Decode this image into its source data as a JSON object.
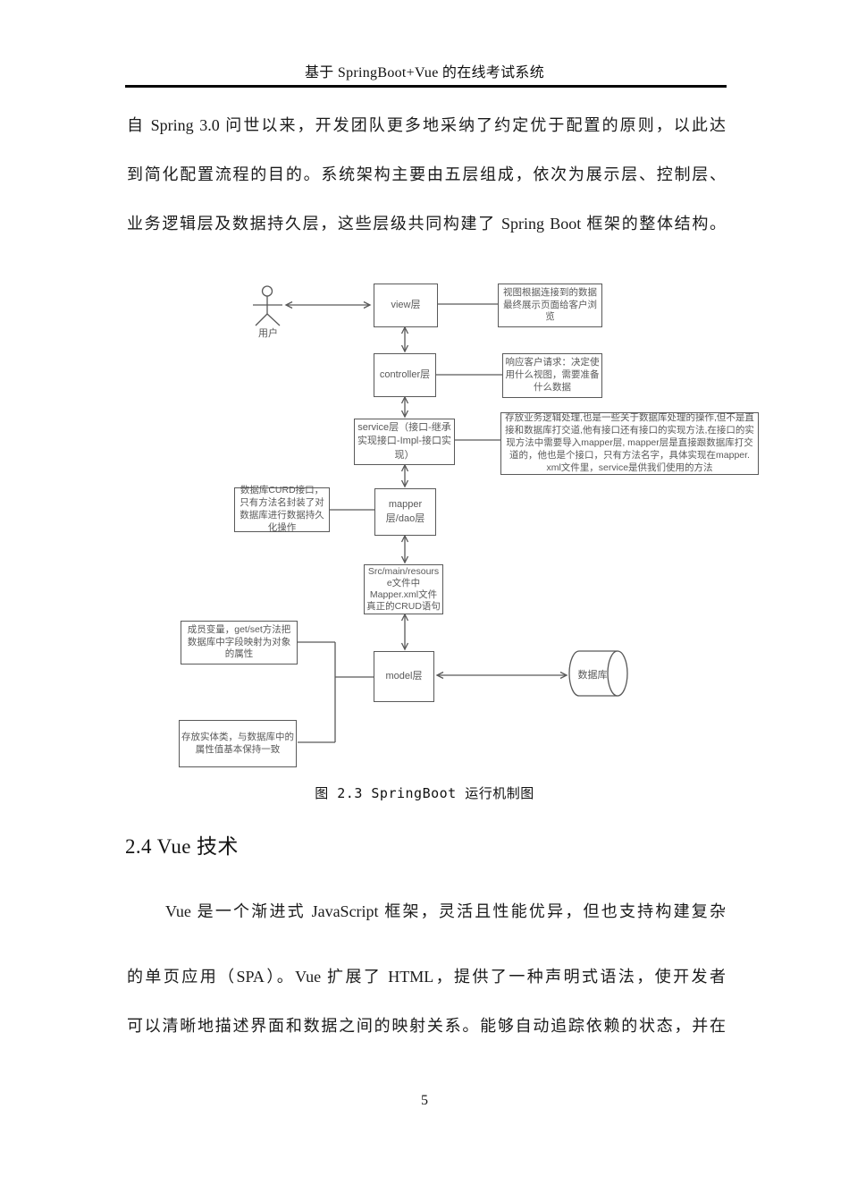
{
  "header": {
    "title": "基于 SpringBoot+Vue 的在线考试系统"
  },
  "intro_paragraph": {
    "lines": [
      "自 Spring 3.0 问世以来，开发团队更多地采纳了约定优于配置的原则，以此达",
      "到简化配置流程的目的。系统架构主要由五层组成，依次为展示层、控制层、",
      "业务逻辑层及数据持久层，这些层级共同构建了 Spring Boot 框架的整体结构。"
    ]
  },
  "figure": {
    "caption": "图 2.3 SpringBoot 运行机制图",
    "actor_label": "用户",
    "boxes": {
      "view": "view层",
      "controller": "controller层",
      "service": "service层（接口-继承实现接口-Impl-接口实现）",
      "mapper": "mapper层/dao层",
      "src_lines": [
        "Src/main/resourse文件中",
        "Mapper.xml文件",
        "真正的CRUD语句"
      ],
      "model": "model层",
      "database": "数据库"
    },
    "annotations": {
      "view": "视图根据连接到的数据最终展示页面给客户浏览",
      "controller": "响应客户请求：决定使用什么视图，需要准备什么数据",
      "service": "存放业务逻辑处理,也是一些关于数据库处理的操作,但不是直接和数据库打交道,他有接口还有接口的实现方法,在接口的实现方法中需要导入mapper层, mapper层是直接跟数据库打交道的，他也是个接口，只有方法名字，具体实现在mapper. xml文件里，service是供我们使用的方法",
      "mapper": "数据库CURD接口，只有方法名封装了对数据库进行数据持久化操作",
      "model_member": "成员变量，get/set方法把数据库中字段映射为对象的属性",
      "model_entity": "存放实体类，与数据库中的属性值基本保持一致"
    }
  },
  "section": {
    "heading": "2.4 Vue 技术",
    "paragraph_lines": [
      "Vue 是一个渐进式 JavaScript 框架，灵活且性能优异，但也支持构建复杂",
      "的单页应用（SPA）。Vue 扩展了 HTML，提供了一种声明式语法，使开发者",
      "可以清晰地描述界面和数据之间的映射关系。能够自动追踪依赖的状态，并在"
    ]
  },
  "footer": {
    "page_number": "5"
  },
  "colors": {
    "diagram_stroke": "#595959",
    "body_text": "#1b1b1b"
  }
}
